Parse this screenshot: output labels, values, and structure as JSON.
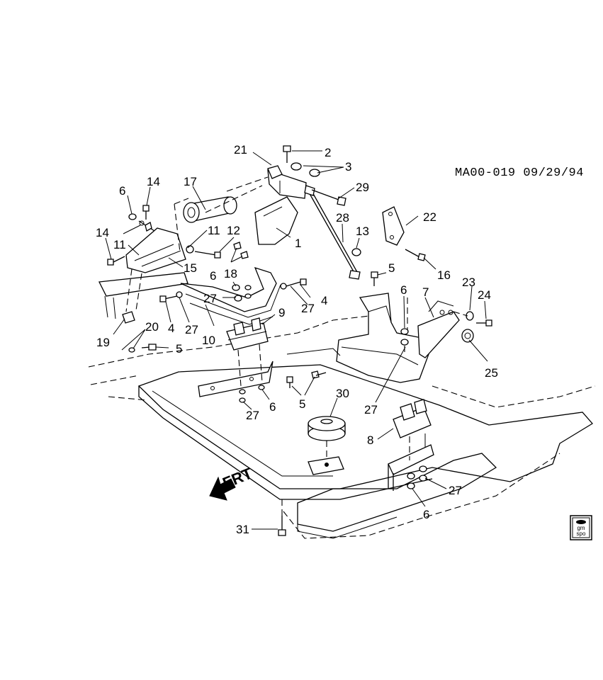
{
  "figure": {
    "reference_code": "MA00-019 09/29/94",
    "direction_label": "FRT",
    "badge": {
      "line1": "gm",
      "line2": "spo"
    }
  },
  "callouts": [
    {
      "id": "c2",
      "label": "2"
    },
    {
      "id": "c3",
      "label": "3"
    },
    {
      "id": "c21",
      "label": "21"
    },
    {
      "id": "c29",
      "label": "29"
    },
    {
      "id": "c17",
      "label": "17"
    },
    {
      "id": "c14a",
      "label": "14"
    },
    {
      "id": "c6a",
      "label": "6"
    },
    {
      "id": "c22",
      "label": "22"
    },
    {
      "id": "c28",
      "label": "28"
    },
    {
      "id": "c14b",
      "label": "14"
    },
    {
      "id": "c11a",
      "label": "11"
    },
    {
      "id": "c11b",
      "label": "11"
    },
    {
      "id": "c12",
      "label": "12"
    },
    {
      "id": "c13",
      "label": "13"
    },
    {
      "id": "c1",
      "label": "1"
    },
    {
      "id": "c16",
      "label": "16"
    },
    {
      "id": "c15",
      "label": "15"
    },
    {
      "id": "c18",
      "label": "18"
    },
    {
      "id": "c5a",
      "label": "5"
    },
    {
      "id": "c6b",
      "label": "6"
    },
    {
      "id": "c23",
      "label": "23"
    },
    {
      "id": "c24",
      "label": "24"
    },
    {
      "id": "c6c",
      "label": "6"
    },
    {
      "id": "c7",
      "label": "7"
    },
    {
      "id": "c27a",
      "label": "27"
    },
    {
      "id": "c4a",
      "label": "4"
    },
    {
      "id": "c27b",
      "label": "27"
    },
    {
      "id": "c9",
      "label": "9"
    },
    {
      "id": "c4b",
      "label": "4"
    },
    {
      "id": "c27c",
      "label": "27"
    },
    {
      "id": "c20",
      "label": "20"
    },
    {
      "id": "c19",
      "label": "19"
    },
    {
      "id": "c10",
      "label": "10"
    },
    {
      "id": "c5b",
      "label": "5"
    },
    {
      "id": "c25",
      "label": "25"
    },
    {
      "id": "c30",
      "label": "30"
    },
    {
      "id": "c5c",
      "label": "5"
    },
    {
      "id": "c6d",
      "label": "6"
    },
    {
      "id": "c27d",
      "label": "27"
    },
    {
      "id": "c27e",
      "label": "27"
    },
    {
      "id": "c8",
      "label": "8"
    },
    {
      "id": "c27f",
      "label": "27"
    },
    {
      "id": "c6e",
      "label": "6"
    },
    {
      "id": "c31",
      "label": "31"
    }
  ]
}
